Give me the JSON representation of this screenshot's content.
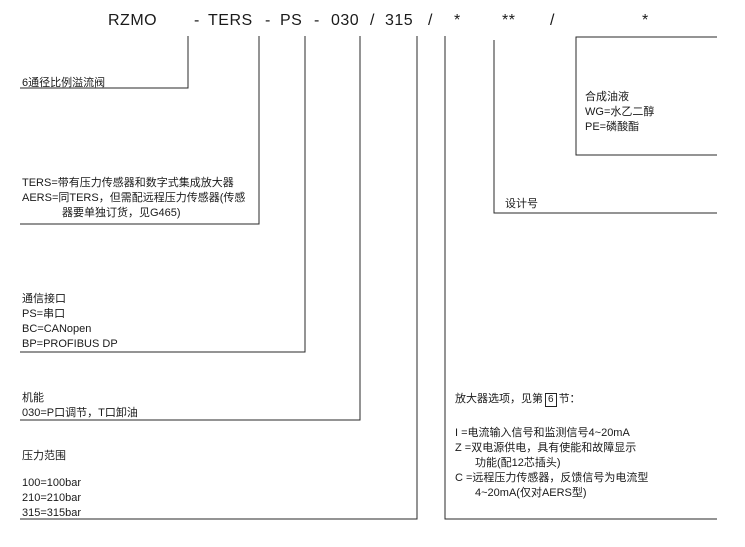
{
  "code": {
    "c1": "RZMO",
    "c2": "-",
    "c3": "TERS",
    "c4": "-",
    "c5": "PS",
    "c6": "-",
    "c7": "030",
    "c8": "/",
    "c9": "315",
    "c10": "/",
    "c11": "*",
    "c12": "**",
    "c13": "/",
    "c14": "*"
  },
  "valve_type": "6通径比例溢流阀",
  "sensor": {
    "line1": "TERS=带有压力传感器和数字式集成放大器",
    "line2": "AERS=同TERS，但需配远程压力传感器(传感",
    "line3": "器要单独订货，见G465)"
  },
  "comm": {
    "title": "通信接口",
    "line1": "PS=串口",
    "line2": "BC=CANopen",
    "line3": "BP=PROFIBUS DP"
  },
  "function": {
    "title": "机能",
    "line1": "030=P口调节，T口卸油"
  },
  "pressure": {
    "title": "压力范围",
    "line1": "100=100bar",
    "line2": "210=210bar",
    "line3": "315=315bar"
  },
  "seal": {
    "title": "合成油液",
    "line1": "WG=水乙二醇",
    "line2": "PE=磷酸酯"
  },
  "design": "设计号",
  "amplifier": {
    "title_pre": "放大器选项，见第",
    "title_num": "6",
    "title_post": "节：",
    "opt_i": "I =电流输入信号和监测信号4~20mA",
    "opt_z1": "Z =双电源供电，具有使能和故障显示",
    "opt_z2": "功能(配12芯插头)",
    "opt_c1": "C =远程压力传感器，反馈信号为电流型",
    "opt_c2": "4~20mA(仅对AERS型)"
  }
}
